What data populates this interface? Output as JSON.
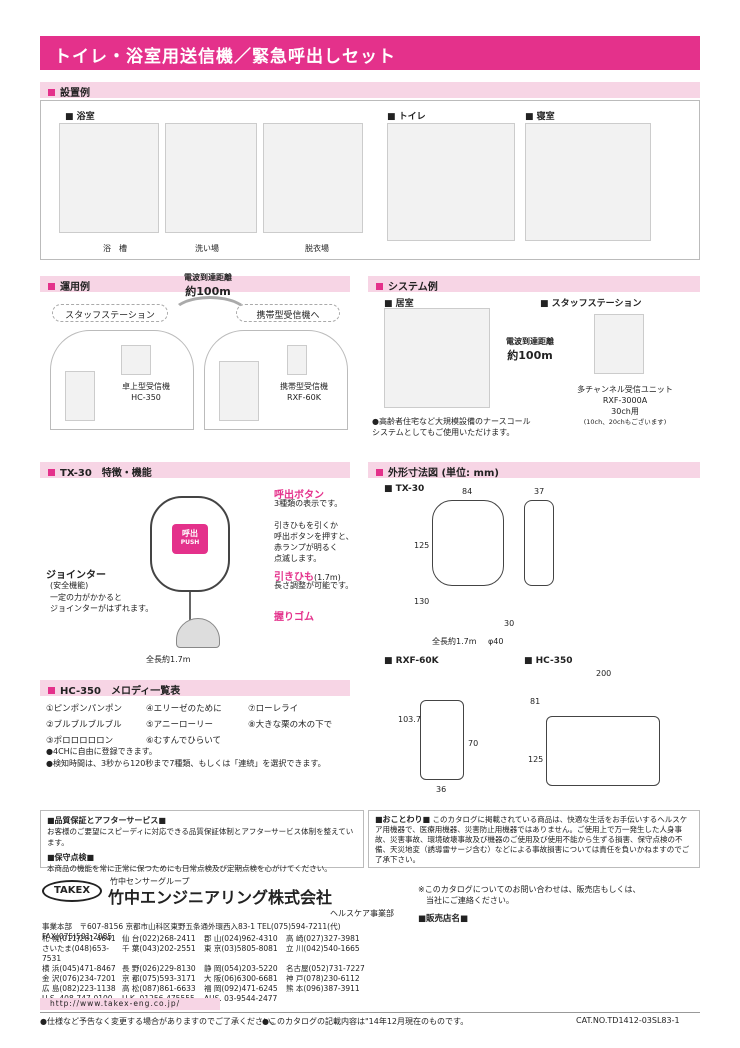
{
  "title": "トイレ・浴室用送信機／緊急呼出しセット",
  "sections": {
    "install": "設置例",
    "usage": "運用例",
    "system": "システム例",
    "features": "TX-30　特徴・機能",
    "dimensions": "外形寸法図 (単位: mm)",
    "melody": "HC-350　メロディ一覧表"
  },
  "install": {
    "bath": "浴室",
    "toilet": "トイレ",
    "bedroom": "寝室",
    "captions": [
      "浴　槽",
      "洗い場",
      "脱衣場"
    ]
  },
  "usage": {
    "range_label": "電波到達距離",
    "range_value": "約100m",
    "staff_station": "スタッフステーション",
    "portable": "携帯型受信機へ",
    "desk_receiver": "卓上型受信機",
    "desk_model": "HC-350",
    "portable_receiver": "携帯型受信機",
    "portable_model": "RXF-60K"
  },
  "system": {
    "room": "居室",
    "staff_station": "スタッフステーション",
    "range_label": "電波到達距離",
    "range_value": "約100m",
    "unit_name": "多チャンネル受信ユニット",
    "unit_model": "RXF-3000A",
    "unit_ch": "30ch用",
    "unit_note": "(10ch、20chもございます)",
    "note": "●高齢者住宅など大規模設備のナースコール\nシステムとしてもご使用いただけます。"
  },
  "features": {
    "call_button": "呼出ボタン",
    "call_desc": "3種類の表示です。",
    "pull_desc": "引きひもを引くか\n呼出ボタンを押すと、\n赤ランプが明るく\n点滅します。",
    "pull_cord": "引きひも",
    "pull_len": "(1.7m)",
    "pull_adj": "長さ調整が可能です。",
    "jointer": "ジョインター",
    "jointer_sub": "(安全機能)",
    "jointer_desc": "一定の力がかかると\nジョインターがはずれます。",
    "grip": "握りゴム",
    "total_len": "全長約1.7m",
    "device_label": "呼出",
    "device_push": "PUSH"
  },
  "dimensions": {
    "tx30": "TX-30",
    "rxf60k": "RXF-60K",
    "hc350": "HC-350",
    "tx_w": "84",
    "tx_d": "37",
    "tx_h": "125",
    "tx_b": "130",
    "tx_g": "30",
    "tx_dia": "φ40",
    "tx_len": "全長約1.7m",
    "rx_h": "103.7",
    "rx_b": "70",
    "rx_w": "36",
    "hc_w": "200",
    "hc_a": "81",
    "hc_h": "125"
  },
  "melody": {
    "items": [
      "①ピンポンパンポン",
      "④エリーゼのために",
      "⑦ローレライ",
      "②ブルブルブルブル",
      "⑤アニーローリー",
      "⑧大きな栗の木の下で",
      "③ポロロロロロン",
      "⑥むすんでひらいて"
    ],
    "notes": [
      "●4CHに自由に登録できます。",
      "●検知時間は、3秒から120秒まで7種類、もしくは「連続」を選択できます。"
    ]
  },
  "quality": {
    "title": "■品質保証とアフターサービス■",
    "text": "お客様のご要望にスピーディに対応できる品質保証体制とアフターサービス体制を整えています。",
    "check_title": "■保守点検■",
    "check_text": "本商品の機能を常に正常に保つためにも日常点検及び定期点検を心がけてください。"
  },
  "notice": {
    "title": "■おことわり■",
    "text": "このカタログに掲載されている商品は、快適な生活をお手伝いするヘルスケア用機器で、医療用機器、災害防止用機器ではありません。ご使用上で万一発生した人身事故、災害事故、環境破壊事故及び機器のご使用及び使用不能から生ずる損害、保守点検の不備、天災地変（誘導雷サージ含む）などによる事故損害については責任を負いかねますのでご了承下さい。"
  },
  "company": {
    "group": "竹中センサーグループ",
    "logo": "TAKEX",
    "name": "竹中エンジニアリング株式会社",
    "division": "ヘルスケア事業部",
    "hq": "事業本部　〒607-8156 京都市山科区東野五条通外環西入83-1 TEL(075)594-7211(代) FAX(075)501-2085",
    "offices": [
      [
        "札 幌(011)281-4641",
        "仙 台(022)268-2411",
        "郡 山(024)962-4310",
        "高 崎(027)327-3981"
      ],
      [
        "さいたま(048)653-7531",
        "千 葉(043)202-2551",
        "東 京(03)5805-8081",
        "立 川(042)540-1665"
      ],
      [
        "横 浜(045)471-8467",
        "長 野(026)229-8130",
        "静 岡(054)203-5220",
        "名古屋(052)731-7227"
      ],
      [
        "金 沢(076)234-7201",
        "京 都(075)593-3171",
        "大 阪(06)6300-6681",
        "神 戸(078)230-6112"
      ],
      [
        "広 島(082)223-1138",
        "高 松(087)861-6633",
        "福 岡(092)471-6245",
        "熊 本(096)387-3911"
      ],
      [
        "U.S. 408-747-0100",
        "U.K. 01256-475555",
        "AUS. 03-9544-2477",
        ""
      ]
    ],
    "url": "http://www.takex-eng.co.jp/",
    "inquiry": "※このカタログについてのお問い合わせは、販売店もしくは、\n　当社にご連絡ください。",
    "dealer": "■販売店名■"
  },
  "footer": {
    "left": "●仕様など予告なく変更する場合がありますのでご了承ください。",
    "mid": "●このカタログの記載内容は\"14年12月現在のものです。",
    "right": "CAT.NO.TD1412-03SL83-1"
  }
}
